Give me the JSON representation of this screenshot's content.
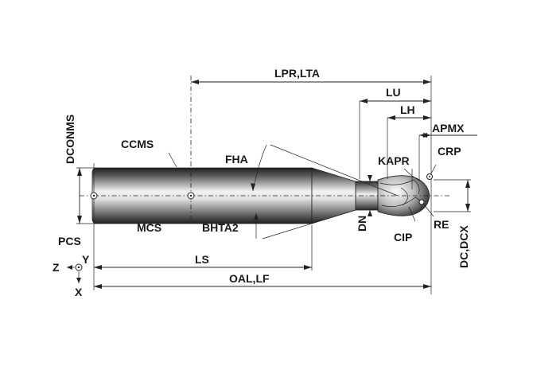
{
  "labels": {
    "lpr_lta": "LPR,LTA",
    "lu": "LU",
    "lh": "LH",
    "apmx": "APMX",
    "crp": "CRP",
    "kapr": "KAPR",
    "dconms": "DCONMS",
    "ccms": "CCMS",
    "fha": "FHA",
    "mcs": "MCS",
    "bhta2": "BHTA2",
    "dn": "DN",
    "cip": "CIP",
    "re": "RE",
    "dc_dcx": "DC,DCX",
    "pcs": "PCS",
    "ls": "LS",
    "oal_lf": "OAL,LF",
    "axis_z": "Z",
    "axis_y": "Y",
    "axis_x": "X"
  },
  "colors": {
    "tool_dark": "#1e1e1e",
    "tool_mid": "#6d6d6d",
    "tool_light": "#f2f2f2",
    "line": "#222222"
  }
}
